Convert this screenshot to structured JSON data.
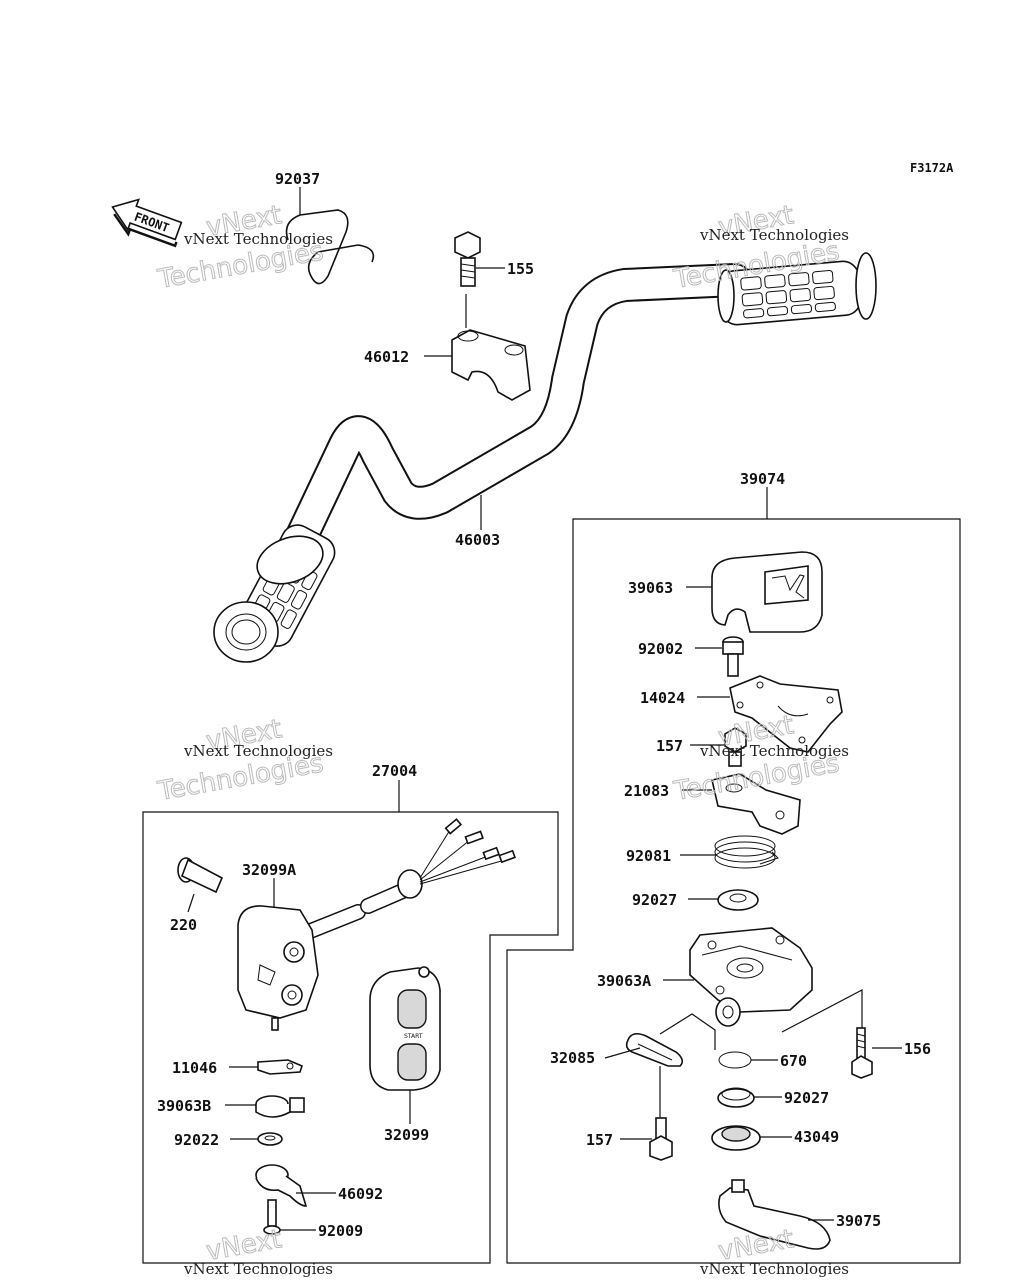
{
  "figure_code": "F3172A",
  "front_label": "FRONT",
  "watermark": {
    "line1": "vNext Technologies",
    "line2": "Technologies",
    "line3": "vNext"
  },
  "groups": {
    "g39074": "39074",
    "g27004": "27004"
  },
  "parts": {
    "p92037": "92037",
    "p155": "155",
    "p46012": "46012",
    "p46003": "46003",
    "p39063": "39063",
    "p92002": "92002",
    "p14024": "14024",
    "p157a": "157",
    "p21083": "21083",
    "p92081": "92081",
    "p92027a": "92027",
    "p39063A": "39063A",
    "p32085": "32085",
    "p670": "670",
    "p156": "156",
    "p92027b": "92027",
    "p157b": "157",
    "p43049": "43049",
    "p39075": "39075",
    "p32099A": "32099A",
    "p220": "220",
    "p11046": "11046",
    "p39063B": "39063B",
    "p92022": "92022",
    "p46092": "46092",
    "p92009": "92009",
    "p32099": "32099"
  },
  "start_text": "START"
}
